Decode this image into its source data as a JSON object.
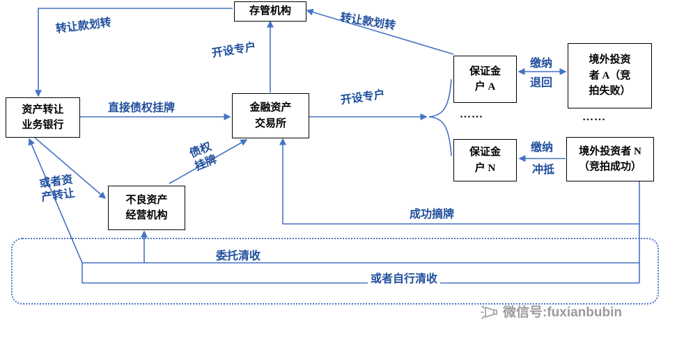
{
  "diagram": {
    "nodes": {
      "custodian": {
        "label": "存管机构"
      },
      "bank": {
        "label": "资产转让\n业务银行"
      },
      "exchange": {
        "label": "金融资产\n交易所"
      },
      "npl_manager": {
        "label": "不良资产\n经营机构"
      },
      "margin_account_a": {
        "label": "保证金\n户 A"
      },
      "margin_account_n": {
        "label": "保证金\n户 N"
      },
      "investor_a": {
        "label": "境外投资\n者 A（竞\n拍失败）"
      },
      "investor_n": {
        "label": "境外投资者 N\n（竞拍成功）"
      }
    },
    "edge_labels": {
      "transfer_funds_left": "转让款划转",
      "transfer_funds_right": "转让款划转",
      "open_special_account_top": "开设专户",
      "open_special_account_right": "开设专户",
      "direct_claim_listing": "直接债权挂牌",
      "claim_listing": "债权\n挂牌",
      "or_asset_transfer": "或者资\n产转让",
      "deposit_a": "缴纳",
      "refund_a": "退回",
      "deposit_n": "缴纳",
      "offset_n": "冲抵",
      "successful_delisting": "成功摘牌",
      "entrusted_collection": "委托清收",
      "self_collection": "或者自行清收",
      "ellipsis_margin_accounts": "……",
      "ellipsis_investors": "……"
    },
    "colors": {
      "connector_blue": "#4472C4",
      "label_blue": "#1F4E9C",
      "box_border": "#000000",
      "watermark_gray": "#9B9B9B"
    }
  },
  "watermark": {
    "text": "微信号:fuxianbubin"
  }
}
